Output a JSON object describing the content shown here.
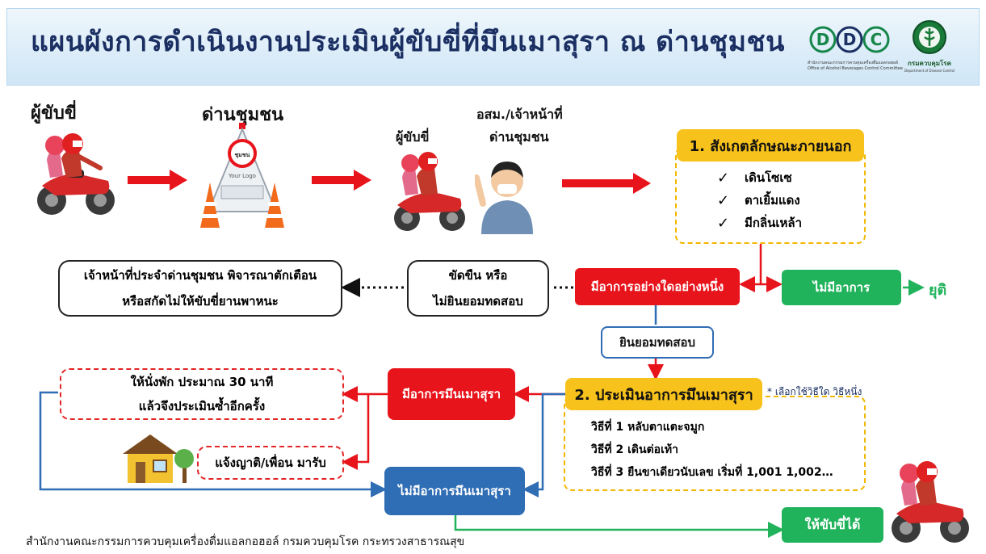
{
  "header": {
    "title": "แผนผังการดำเนินงานประเมินผู้ขับขี่ที่มึนเมาสุรา ณ ด่านชุมชน",
    "logo_ddc": {
      "mark": "DDC",
      "line1": "สำนักงานคณะกรรมการควบคุมเครื่องดื่มแอลกอฮอล์",
      "line2": "Office of Alcohol Beverages Control Committee"
    },
    "logo_dept": {
      "line1": "กรมควบคุมโรค",
      "line2": "Department of Disease Control"
    }
  },
  "flow": {
    "driver_label": "ผู้ขับขี่",
    "checkpoint_label": "ด่านชุมชน",
    "checkpoint_sign": "ชุมชน",
    "checkpoint_logo": "Your Logo",
    "officer_label_1": "อสม./เจ้าหน้าที่",
    "officer_label_2": "ด่านชุมชน",
    "driver_label_2": "ผู้ขับขี่"
  },
  "observe": {
    "title": "1. สังเกตลักษณะภายนอก",
    "items": [
      "เดินโซเซ",
      "ตาเยิ้มแดง",
      "มีกลิ่นเหล้า"
    ]
  },
  "decision": {
    "any_symptom": "มีอาการอย่างใดอย่างหนึ่ง",
    "no_symptom": "ไม่มีอาการ",
    "stop": "ยุติ",
    "refuse_line1": "ขัดขืน หรือ",
    "refuse_line2": "ไม่ยินยอมทดสอบ",
    "officer_line1": "เจ้าหน้าที่ประจำด่านชุมชน พิจารณาตักเตือน",
    "officer_line2": "หรือสกัดไม่ให้ขับขี่ยานพาหนะ",
    "consent": "ยินยอมทดสอบ"
  },
  "assess": {
    "title": "2. ประเมินอาการมึนเมาสุรา",
    "note": "* เลือกใช้วิธีใด วิธีหนึ่ง",
    "methods": [
      "วิธีที่ 1 หลับตาแตะจมูก",
      "วิธีที่ 2 เดินต่อเท้า",
      "วิธีที่ 3 ยืนขาเดียวนับเลข เริ่มที่ 1,001  1,002…"
    ]
  },
  "outcome": {
    "drunk": "มีอาการมึนเมาสุรา",
    "rest_line1": "ให้นั่งพัก ประมาณ 30 นาที",
    "rest_line2": "แล้วจึงประเมินซ้ำอีกครั้ง",
    "notify": "แจ้งญาติ/เพื่อน มารับ",
    "not_drunk": "ไม่มีอาการมึนเมาสุรา",
    "allow": "ให้ขับขี่ได้"
  },
  "footer": "สำนักงานคณะกรรมการควบคุมเครื่องดื่มแอลกอฮอล์ กรมควบคุมโรค กระทรวงสาธารณสุข",
  "colors": {
    "red": "#e8141c",
    "green": "#21b35c",
    "blue": "#2f6db4",
    "yellow": "#f7c21c",
    "navy": "#1b2f63"
  }
}
